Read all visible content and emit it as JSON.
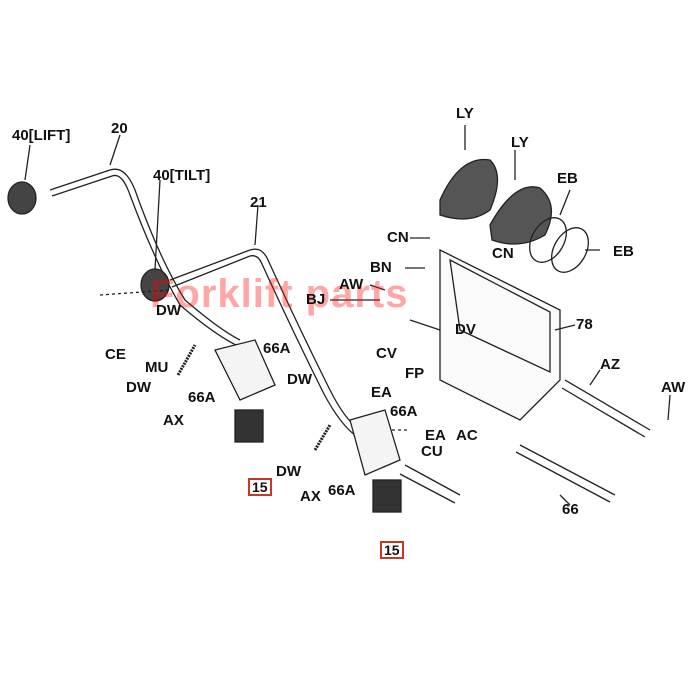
{
  "watermark": "Forklift parts",
  "labels": {
    "l_40lift": "40[LIFT]",
    "l_20": "20",
    "l_40tilt": "40[TILT]",
    "l_21": "21",
    "l_ly1": "LY",
    "l_ly2": "LY",
    "l_eb1": "EB",
    "l_eb2": "EB",
    "l_cn1": "CN",
    "l_cn2": "CN",
    "l_bn": "BN",
    "l_aw1": "AW",
    "l_bj": "BJ",
    "l_dv": "DV",
    "l_78": "78",
    "l_dw1": "DW",
    "l_ce": "CE",
    "l_dw2": "DW",
    "l_mu": "MU",
    "l_66a1": "66A",
    "l_66a2": "66A",
    "l_ax1": "AX",
    "l_cv": "CV",
    "l_fp": "FP",
    "l_ea1": "EA",
    "l_66a3": "66A",
    "l_ea2": "EA",
    "l_ac": "AC",
    "l_dw3": "DW",
    "l_cu": "CU",
    "l_dw4": "DW",
    "l_ax2": "AX",
    "l_66a4": "66A",
    "l_az": "AZ",
    "l_aw2": "AW",
    "l_66": "66",
    "l_15a": "15",
    "l_15b": "15"
  }
}
